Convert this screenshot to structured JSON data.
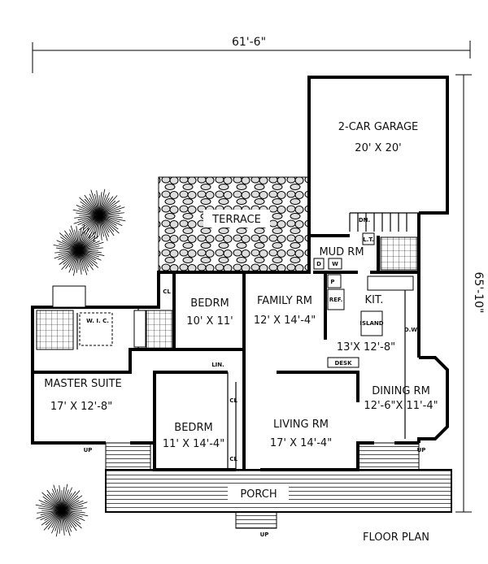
{
  "dimensions": {
    "width": "61'-6\"",
    "depth": "65'-10\""
  },
  "title": "FLOOR PLAN",
  "rooms": {
    "garage": {
      "name": "2-CAR GARAGE",
      "size": "20' X 20'"
    },
    "terrace": {
      "name": "TERRACE"
    },
    "mud_room": {
      "name": "MUD RM"
    },
    "family": {
      "name": "FAMILY RM",
      "size": "12' X 14'-4\""
    },
    "kitchen": {
      "name": "KIT.",
      "size": "13'X 12'-8\""
    },
    "bedroom1": {
      "name": "BEDRM",
      "size": "10' X 11'"
    },
    "master": {
      "name": "MASTER SUITE",
      "size": "17' X 12'-8\""
    },
    "bedroom2": {
      "name": "BEDRM",
      "size": "11' X 14'-4\""
    },
    "living": {
      "name": "LIVING RM",
      "size": "17' X 14'-4\""
    },
    "dining": {
      "name": "DINING RM",
      "size": "12'-6\"X 11'-4\""
    },
    "porch": {
      "name": "PORCH"
    }
  },
  "fixtures": {
    "dn": "DN.",
    "lt": "L.T.",
    "d": "D",
    "w": "W",
    "p": "P",
    "ref": "REF.",
    "island": "ISLAND",
    "dw": "D.W.",
    "desk": "DESK",
    "wic": "W. I. C.",
    "cl": "CL",
    "lin": "LIN.",
    "up": "UP"
  }
}
